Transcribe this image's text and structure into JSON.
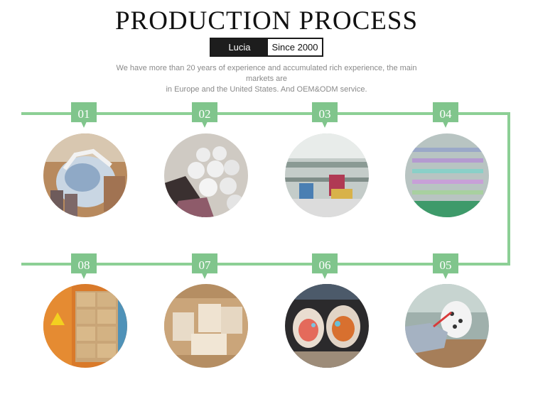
{
  "header": {
    "title": "PRODUCTION PROCESS",
    "badge_left": "Lucia",
    "badge_right": "Since 2000",
    "description_line1": "We have more than 20 years of experience and accumulated rich experience, the main markets are",
    "description_line2": "in Europe and the United States. And OEM&ODM service."
  },
  "steps": [
    {
      "number": "01"
    },
    {
      "number": "02"
    },
    {
      "number": "03"
    },
    {
      "number": "04"
    },
    {
      "number": "05"
    },
    {
      "number": "06"
    },
    {
      "number": "07"
    },
    {
      "number": "08"
    }
  ],
  "colors": {
    "accent": "#80c58c",
    "line": "#8ccf95"
  }
}
